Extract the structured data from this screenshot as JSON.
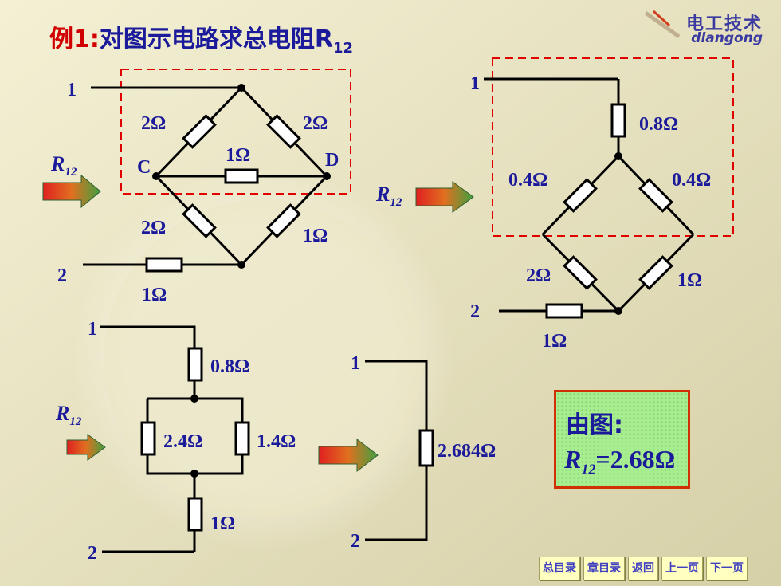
{
  "title": {
    "example": "例1:",
    "text": "对图示电路求总电阻R",
    "subscript": "12"
  },
  "logo": {
    "cn": "电工技术",
    "en": "dlangong"
  },
  "circuit1": {
    "terminal1": "1",
    "terminal2": "2",
    "node_c": "C",
    "node_d": "D",
    "r_top_left": "2Ω",
    "r_top_right": "2Ω",
    "r_bridge": "1Ω",
    "r_bottom_left": "2Ω",
    "r_bottom_right": "1Ω",
    "r_series": "1Ω",
    "equiv_label": "R",
    "equiv_sub": "12"
  },
  "circuit2": {
    "terminal1": "1",
    "terminal2": "2",
    "r_top": "0.8Ω",
    "r_left": "0.4Ω",
    "r_right": "0.4Ω",
    "r_bottom_left": "2Ω",
    "r_bottom_right": "1Ω",
    "r_series": "1Ω",
    "equiv_label": "R",
    "equiv_sub": "12"
  },
  "circuit3": {
    "terminal1": "1",
    "terminal2": "2",
    "r_top": "0.8Ω",
    "r_left": "2.4Ω",
    "r_right": "1.4Ω",
    "r_bottom": "1Ω",
    "equiv_label": "R",
    "equiv_sub": "12"
  },
  "circuit4": {
    "terminal1": "1",
    "terminal2": "2",
    "r_total": "2.684Ω"
  },
  "result": {
    "line1": "由图:",
    "label": "R",
    "sub": "12",
    "value": "=2.68Ω"
  },
  "nav": [
    "总目录",
    "章目录",
    "返回",
    "上一页",
    "下一页"
  ]
}
